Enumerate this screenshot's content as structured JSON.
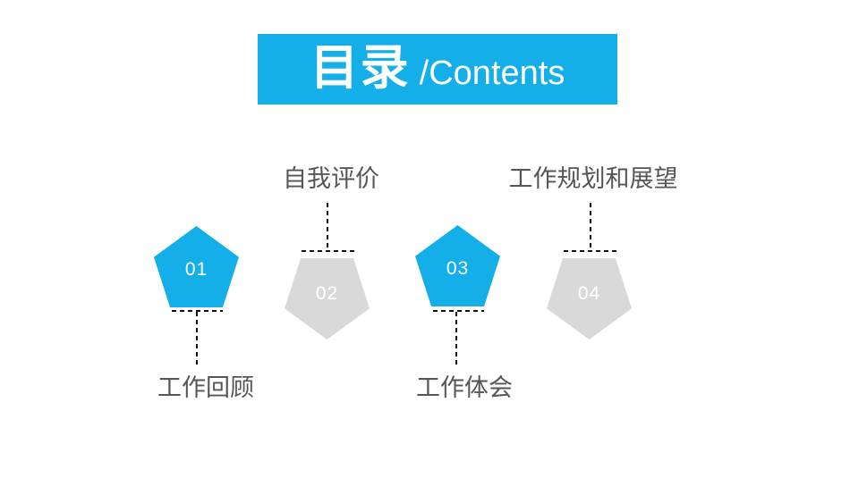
{
  "slide": {
    "type": "presentation-contents-slide",
    "background_color": "#ffffff",
    "accent_blue": "#14AFE9",
    "pentagon_gray": "#D9D9D9",
    "dash_color": "#111111",
    "label_color": "#565656"
  },
  "header": {
    "title_cn": "目录",
    "title_en": "/Contents"
  },
  "items": [
    {
      "number": "01",
      "label": "工作回顾",
      "color": "blue",
      "shape": "pentagon-up",
      "label_position": "below"
    },
    {
      "number": "02",
      "label": "自我评价",
      "color": "gray",
      "shape": "pentagon-down",
      "label_position": "above"
    },
    {
      "number": "03",
      "label": "工作体会",
      "color": "blue",
      "shape": "pentagon-up",
      "label_position": "below"
    },
    {
      "number": "04",
      "label": "工作规划和展望",
      "color": "gray",
      "shape": "pentagon-down",
      "label_position": "above"
    }
  ]
}
